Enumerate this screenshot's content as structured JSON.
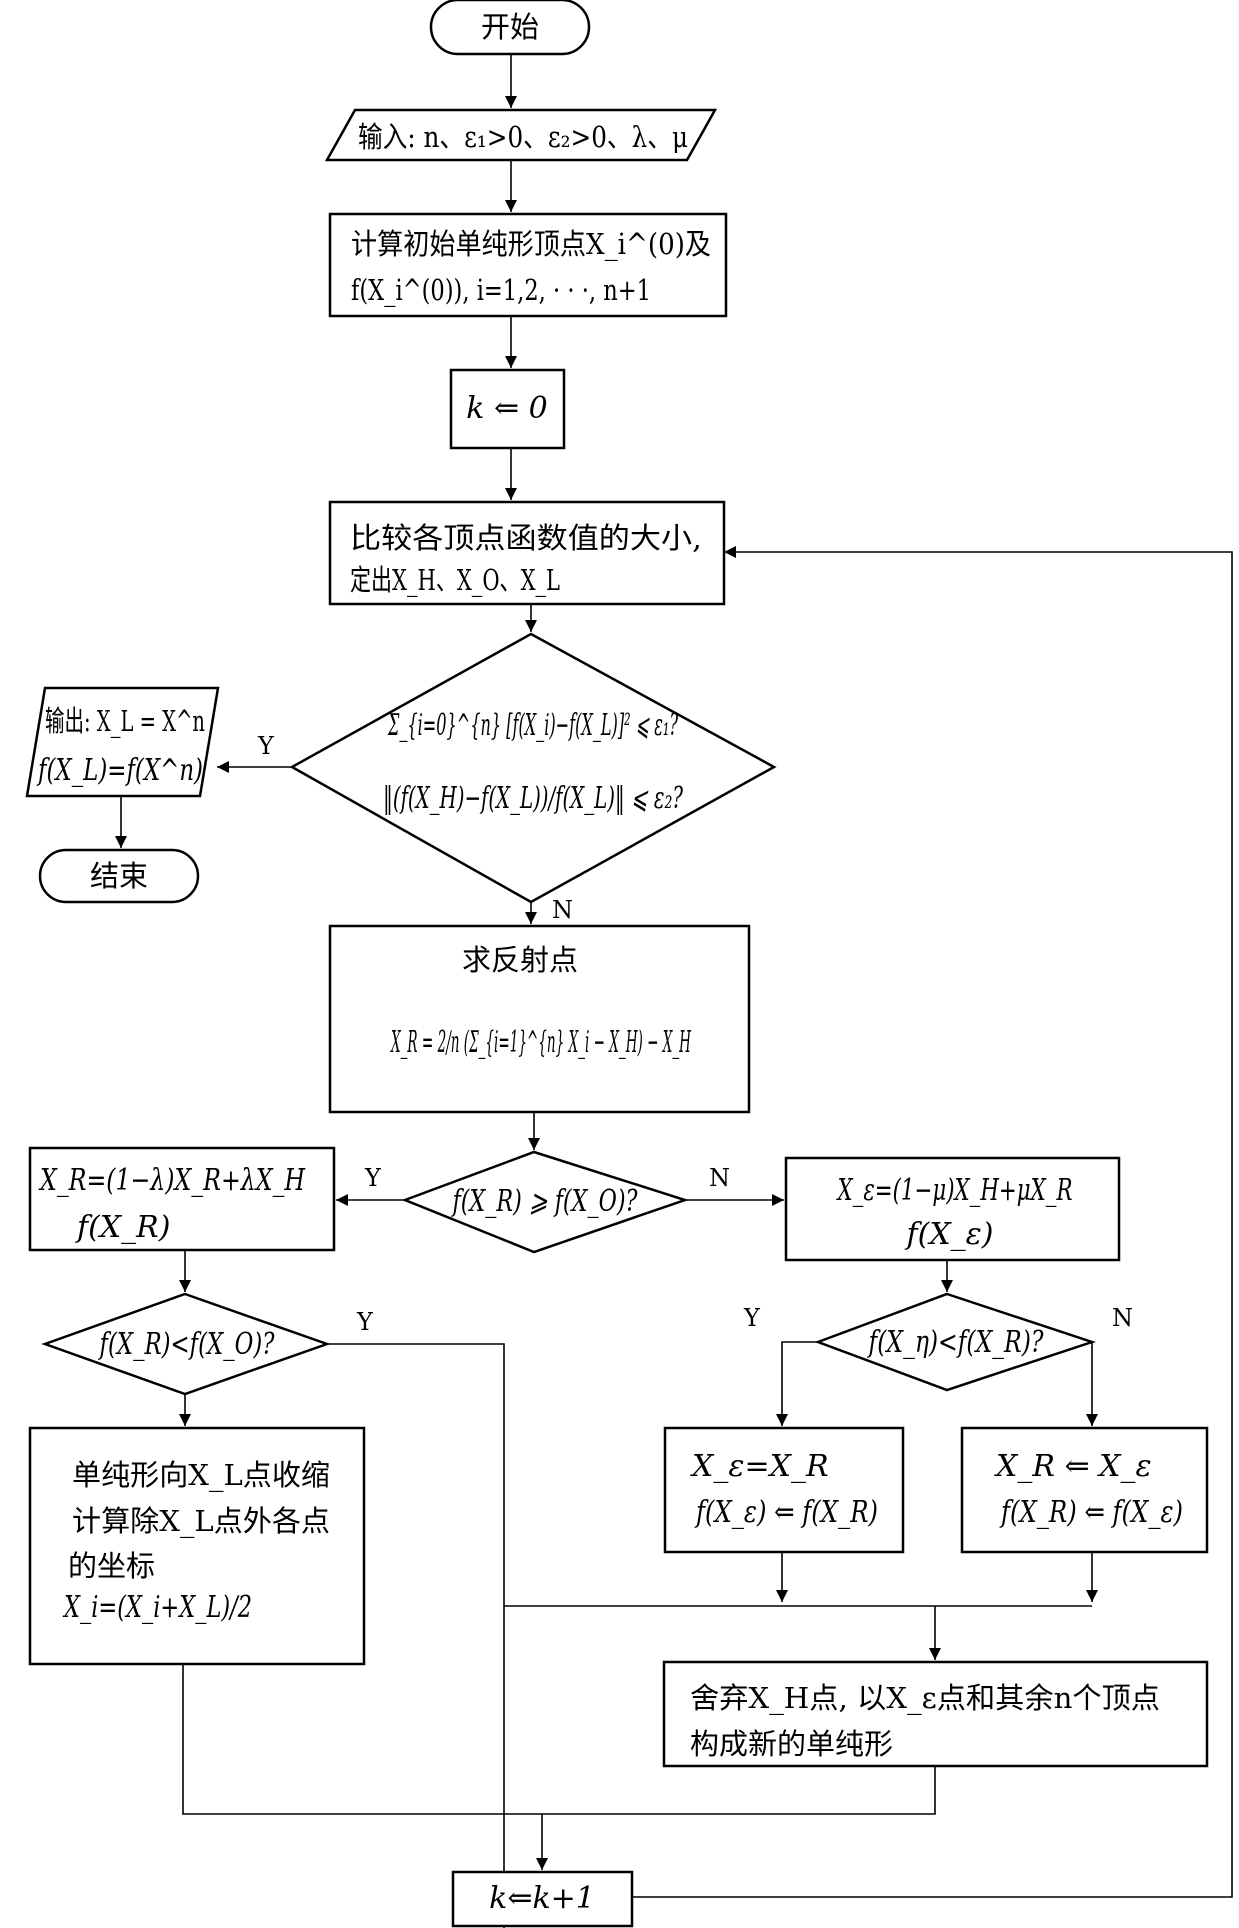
{
  "start": "开始",
  "input": "输入: n、ε₁>0、ε₂>0、λ、μ",
  "init_line1": "计算初始单纯形顶点X_i^(0)及",
  "init_line2": "f(X_i^(0)), i=1,2, · · ·, n+1",
  "k0": "k ⇐ 0",
  "compare_line1": "比较各顶点函数值的大小,",
  "compare_line2": "定出X_H、X_O、X_L",
  "converge_line1": "Σ_{i=0}^{n} [f(X_i)−f(X_L)]² ⩽ ε₁?",
  "converge_line2": "‖(f(X_H)−f(X_L))/f(X_L)‖ ⩽ ε₂?",
  "output_line1": "输出: X_L = X^n",
  "output_line2": "f(X_L)=f(X^n)",
  "end": "结束",
  "reflect_title": "求反射点",
  "reflect_formula": "X_R = 2/n (Σ_{i=1}^{n} X_i − X_H) − X_H",
  "cmp_o": "f(X_R) ⩾ f(X_O)?",
  "contract_line1": "X_R=(1−λ)X_R+λX_H",
  "contract_line2": "f(X_R)",
  "cmp_o2": "f(X_R)<f(X_O)?",
  "shrink_line1": "单纯形向X_L点收缩",
  "shrink_line2": "计算除X_L点外各点",
  "shrink_line3": "的坐标",
  "shrink_line4": "X_i=(X_i+X_L)/2",
  "expand_line1": "X_ε=(1−μ)X_H+μX_R",
  "expand_line2": "f(X_ε)",
  "cmp_e": "f(X_η)<f(X_R)?",
  "accept_r_line1": "X_ε=X_R",
  "accept_r_line2": "f(X_ε) ⇐ f(X_R)",
  "accept_e_line1": "X_R ⇐ X_ε",
  "accept_e_line2": "f(X_R) ⇐ f(X_ε)",
  "replace_line1": "舍弃X_H点, 以X_ε点和其余n个顶点",
  "replace_line2": "构成新的单纯形",
  "k_inc": "k⇐k+1",
  "labels": {
    "y": "Y",
    "n": "N"
  }
}
